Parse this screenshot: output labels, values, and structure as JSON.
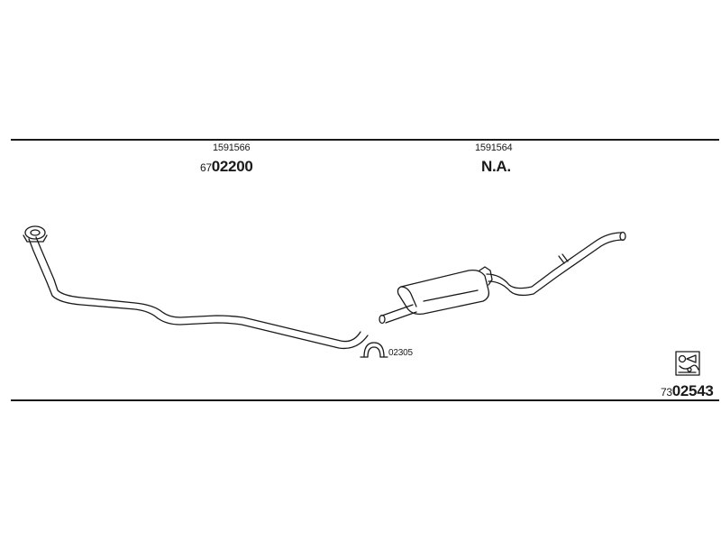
{
  "parts": {
    "front_pipe": {
      "oe_number": "1591566",
      "prefix": "67",
      "number": "02200"
    },
    "rear_silencer": {
      "oe_number": "1591564",
      "number": "N.A."
    },
    "clamp": {
      "number": "02305"
    }
  },
  "kit": {
    "prefix": "73",
    "number": "02543"
  },
  "icons": [
    "catalogue-symbol-icon"
  ]
}
